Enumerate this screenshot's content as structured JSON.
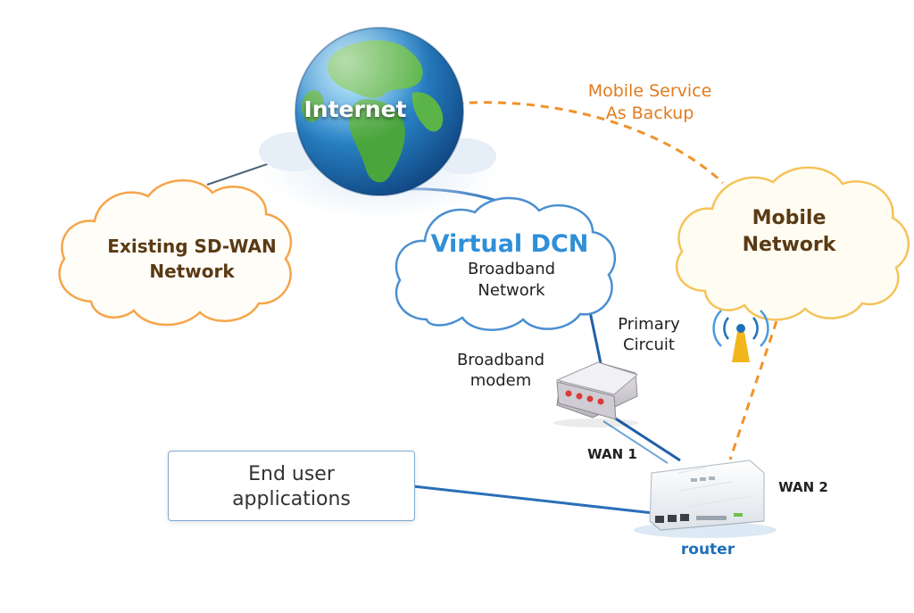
{
  "diagram": {
    "internet_label": "Internet",
    "mobile_service_label": "Mobile Service\nAs Backup",
    "sdwan_label": "Existing SD-WAN\nNetwork",
    "mobile_network_label": "Mobile\nNetwork",
    "virtual_dcn_title": "Virtual DCN",
    "virtual_dcn_subtitle": "Broadband\nNetwork",
    "primary_circuit_label": "Primary\nCircuit",
    "broadband_modem_label": "Broadband\nmodem",
    "wan1_label": "WAN 1",
    "wan2_label": "WAN 2",
    "router_label": "router",
    "end_user_label": "End user\napplications"
  },
  "colors": {
    "sdwan_cloud": "#f5a54a",
    "mobile_cloud": "#f5c35a",
    "dcn_cloud": "#4a8fd0",
    "backup_link": "#f0932b",
    "primary_link": "#1f5fa8",
    "accent_blue": "#2f8fd8"
  }
}
